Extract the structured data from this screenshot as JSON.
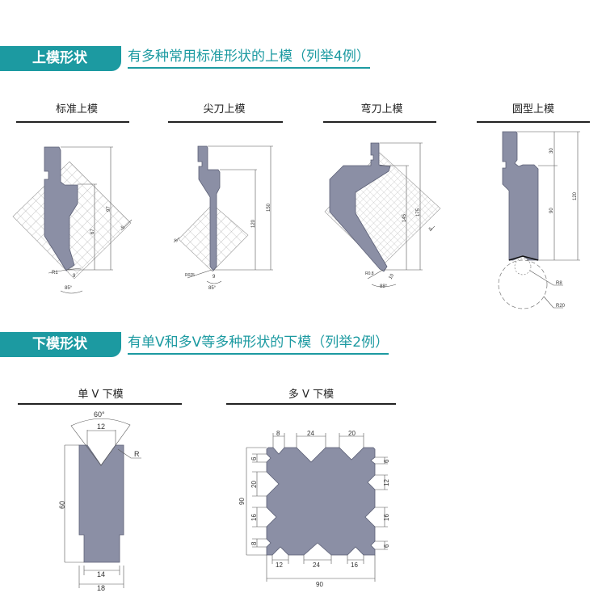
{
  "upper": {
    "banner": "上模形状",
    "subtitle": "有多种常用标准形状的上模（列举4例）",
    "dies": [
      {
        "title": "标准上模",
        "dims": [
          "97",
          "67",
          "5",
          "R1",
          "9",
          "85°"
        ]
      },
      {
        "title": "尖刀上模",
        "dims": [
          "150",
          "120",
          "5",
          "R025",
          "9",
          "85°"
        ]
      },
      {
        "title": "弯刀上模",
        "dims": [
          "145",
          "175",
          "5",
          "R0.8",
          "10",
          "88°"
        ]
      },
      {
        "title": "圆型上模",
        "dims": [
          "30",
          "90",
          "120",
          "R8",
          "R20"
        ]
      }
    ]
  },
  "lower": {
    "banner": "下模形状",
    "subtitle": "有单V和多V等多种形状的下模（列举2例）",
    "dies": [
      {
        "title": "单 V 下模",
        "dims": [
          "60°",
          "12",
          "R",
          "60",
          "14",
          "18"
        ]
      },
      {
        "title": "多 V 下模",
        "dims": [
          "8",
          "24",
          "20",
          "6",
          "20",
          "16",
          "8",
          "90",
          "6",
          "12",
          "16",
          "6",
          "12",
          "24",
          "16",
          "90"
        ]
      }
    ]
  },
  "colors": {
    "accent": "#1c9aa1",
    "shape": "#8b8fa5"
  }
}
